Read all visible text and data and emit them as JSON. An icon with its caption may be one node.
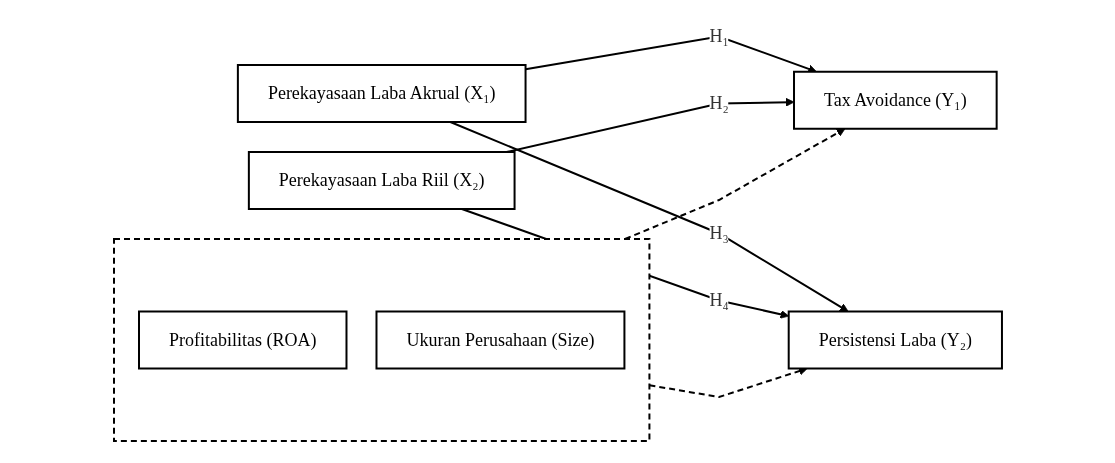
{
  "diagram": {
    "nodes": [
      {
        "text": [
          "Perekayasaan Laba Akrual (X₁)"
        ]
      },
      {
        "text": [
          "Tax Avoidance (Y₁)"
        ]
      },
      {
        "text": [
          "Perekayasaan Laba Riil (X₂)"
        ]
      },
      {
        "text": [
          "Persistensi Laba (Y₂)"
        ]
      },
      {
        "text": [],
        "shape": "box"
      },
      {
        "text": [
          "Profitabilitas (ROA)"
        ],
        "in": 4
      },
      {
        "text": [
          "Ukuran Perusahaan (Size)"
        ],
        "in": 4
      }
    ],
    "edges": [
      {
        "from": 0,
        "to": 1,
        "arrow": "to",
        "label": "H₁"
      },
      {
        "from": 0,
        "to": 3,
        "arrow": "to",
        "label": "H₃"
      },
      {
        "from": 2,
        "to": 1,
        "arrow": "to",
        "label": "H₂"
      },
      {
        "from": 2,
        "to": 3,
        "arrow": "to",
        "label": "H₄"
      },
      {
        "from": 4,
        "to": 1,
        "arrow": "to",
        "style": "dashed"
      },
      {
        "from": 4,
        "to": 3,
        "arrow": "to",
        "style": "dashed"
      }
    ]
  }
}
